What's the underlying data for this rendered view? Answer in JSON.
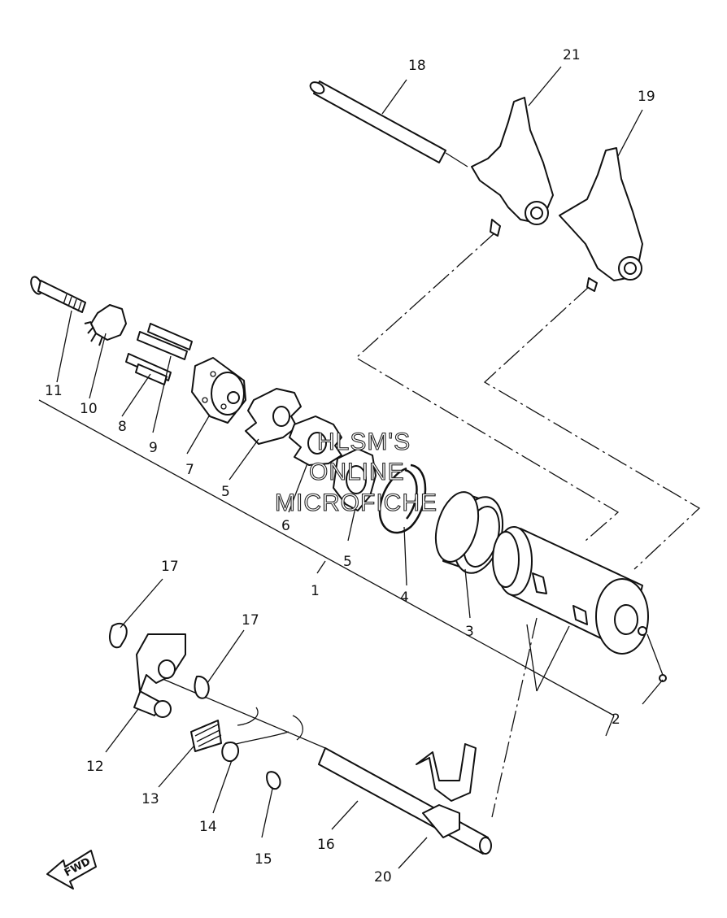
{
  "watermark": [
    "HLSM'S",
    "ONLINE",
    "MICROFICHE"
  ],
  "direction_label": "FWD",
  "callouts": [
    "1",
    "2",
    "3",
    "4",
    "5",
    "5",
    "6",
    "7",
    "8",
    "9",
    "10",
    "11",
    "12",
    "13",
    "14",
    "15",
    "16",
    "17",
    "17",
    "18",
    "19",
    "20",
    "21"
  ],
  "colors": {
    "line": "#111111",
    "paper": "#ffffff"
  }
}
